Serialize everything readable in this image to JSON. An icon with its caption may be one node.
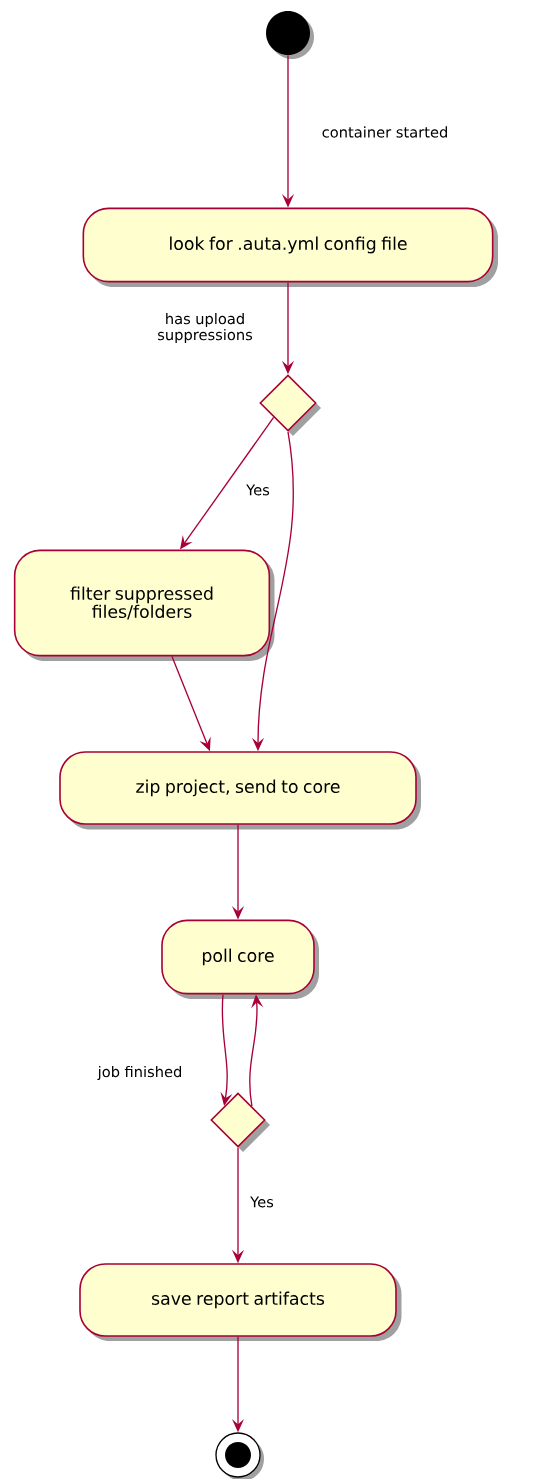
{
  "diagram": {
    "nodes": [
      {
        "text": [],
        "shape": "circle"
      },
      {
        "text": [
          "look for .auta.yml config file"
        ]
      },
      {
        "text": [],
        "shape": "diamond",
        "beside": [
          "has upload suppressions"
        ]
      },
      {
        "text": [
          "filter suppressed files/folders"
        ]
      },
      {
        "text": [
          "zip project, send to core"
        ]
      },
      {
        "text": [
          "poll core"
        ]
      },
      {
        "text": [],
        "shape": "diamond",
        "beside": [
          "job finished"
        ]
      },
      {
        "text": [
          "save report artifacts"
        ]
      },
      {
        "text": [],
        "shape": "bullseye"
      }
    ],
    "edges": [
      {
        "from": 0,
        "to": 1,
        "arrow": "to",
        "label": "container started"
      },
      {
        "from": 1,
        "to": 2,
        "arrow": "to"
      },
      {
        "from": 2,
        "to": 3,
        "arrow": "to",
        "label": "Yes"
      },
      {
        "from": 2,
        "to": 4,
        "arrow": "to"
      },
      {
        "from": 3,
        "to": 4,
        "arrow": "to"
      },
      {
        "from": 4,
        "to": 5,
        "arrow": "to"
      },
      {
        "from": 5,
        "to": 6,
        "arrow": "to"
      },
      {
        "from": 6,
        "to": 5,
        "arrow": "to"
      },
      {
        "from": 6,
        "to": 7,
        "arrow": "to",
        "label": "Yes"
      },
      {
        "from": 7,
        "to": 8,
        "arrow": "to"
      }
    ]
  }
}
